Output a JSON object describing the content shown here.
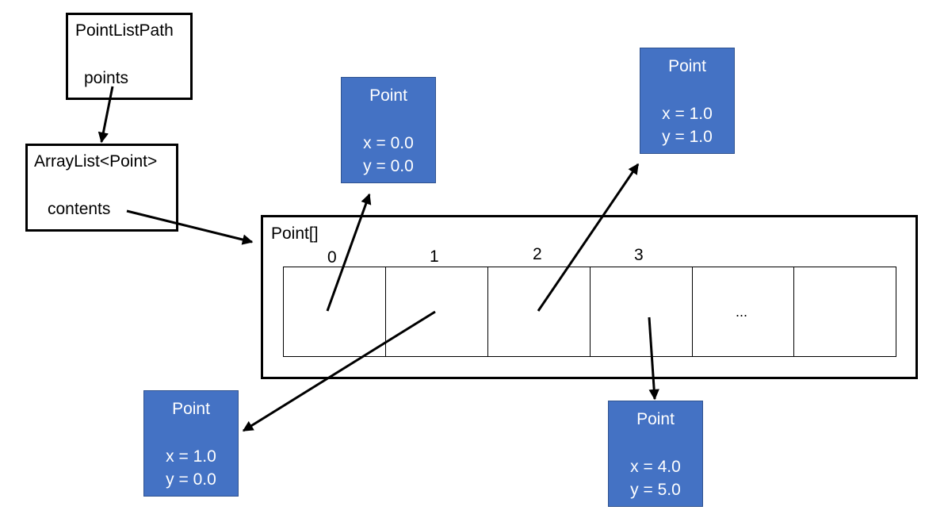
{
  "point_list_path": {
    "title": "PointListPath",
    "field": "points"
  },
  "array_list": {
    "title": "ArrayList<Point>",
    "field": "contents"
  },
  "array": {
    "title": "Point[]",
    "indices": [
      "0",
      "1",
      "2",
      "3"
    ],
    "ellipsis": "..."
  },
  "points": [
    {
      "title": "Point",
      "x": "x = 0.0",
      "y": "y = 0.0"
    },
    {
      "title": "Point",
      "x": "x = 1.0",
      "y": "y = 1.0"
    },
    {
      "title": "Point",
      "x": "x = 1.0",
      "y": "y = 0.0"
    },
    {
      "title": "Point",
      "x": "x = 4.0",
      "y": "y = 5.0"
    }
  ],
  "colors": {
    "point_fill": "#4472c4",
    "point_text": "#ffffff",
    "line": "#000000"
  }
}
